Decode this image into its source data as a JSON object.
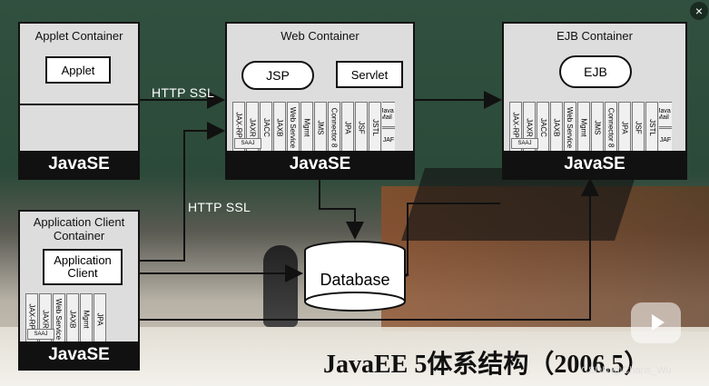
{
  "labels": {
    "applet_container": "Applet Container",
    "applet": "Applet",
    "web_container": "Web Container",
    "jsp": "JSP",
    "servlet": "Servlet",
    "ejb_container": "EJB Container",
    "ejb": "EJB",
    "app_client_container_line1": "Application Client",
    "app_client_container_line2": "Container",
    "application_client_line1": "Application",
    "application_client_line2": "Client",
    "javase": "JavaSE",
    "http_ssl": "HTTP SSL",
    "database": "Database",
    "caption": "JavaEE 5体系结构（2006.5）",
    "watermark": "CSDN @Charis_Wu"
  },
  "api_lists": {
    "web": [
      "JAX-RPC",
      "JAXR",
      "JACC",
      "JAXB",
      "Web Service",
      "Mgmt",
      "JMS",
      "Connector 8",
      "JPA",
      "JSF",
      "JSTL"
    ],
    "ejb": [
      "JAX-RPC",
      "JAXR",
      "JACC",
      "JAXB",
      "Web Service",
      "Mgmt",
      "JMS",
      "Connector 8",
      "JPA",
      "JSF",
      "JSTL"
    ],
    "client": [
      "JAX-RPC",
      "JAXR",
      "Web Service",
      "JAXB",
      "Mgmt",
      "JPA"
    ],
    "extras": [
      "Java Mail",
      "JAF",
      "SAAJ"
    ]
  },
  "ui": {
    "close_icon": "×",
    "play_icon": "play-icon"
  }
}
